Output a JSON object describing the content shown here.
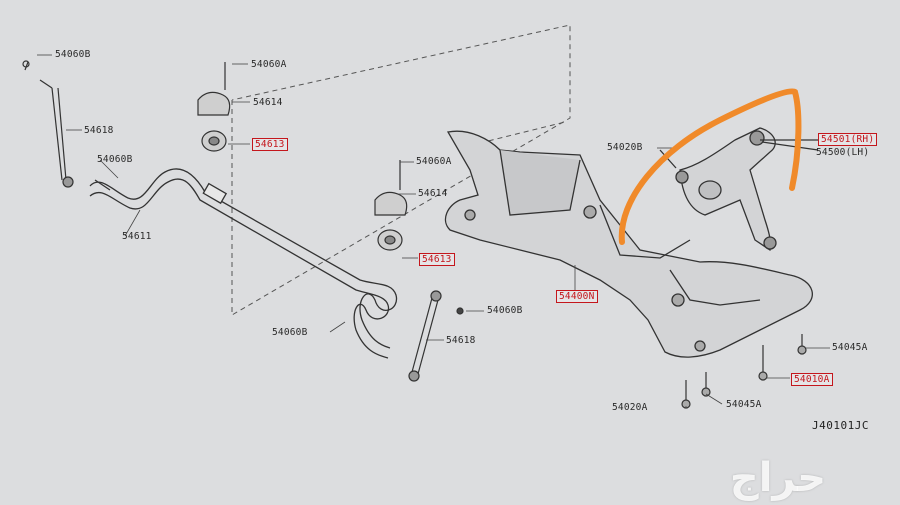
{
  "diagram": {
    "code": "J40101JC",
    "watermark": "حراج",
    "labels": {
      "l54060B_a": "54060B",
      "l54618_a": "54618",
      "l54060B_b": "54060B",
      "l54611": "54611",
      "l54060A_a": "54060A",
      "l54614_a": "54614",
      "l54613_a": "54613",
      "l54060A_b": "54060A",
      "l54614_b": "54614",
      "l54613_b": "54613",
      "l54060B_c": "54060B",
      "l54060B_d": "54060B",
      "l54618_b": "54618",
      "l54400N": "54400N",
      "l54020B": "54020B",
      "l54501_rh": "54501(RH)",
      "l54500_lh": "54500(LH)",
      "l54045A_a": "54045A",
      "l54010A": "54010A",
      "l54020A": "54020A",
      "l54045A_b": "54045A"
    },
    "highlight_color": "#c4161c",
    "annotation_color": "#f08a2a"
  }
}
